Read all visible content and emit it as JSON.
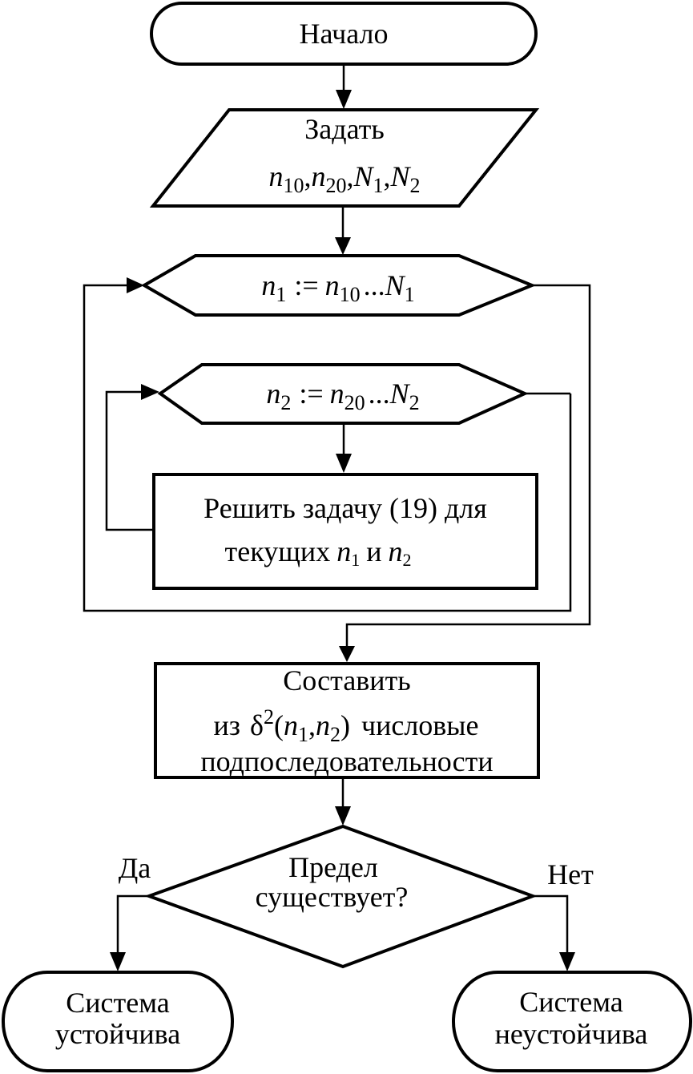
{
  "diagram": {
    "type": "flowchart",
    "nodes": {
      "start": {
        "kind": "terminator",
        "label": "Начало"
      },
      "input": {
        "kind": "input-output",
        "title": "Задать",
        "vars": [
          "n10",
          "n20",
          "N1",
          "N2"
        ]
      },
      "loop_outer": {
        "kind": "loop",
        "var": "n",
        "var_sub": "1",
        "assign": ":=",
        "from": "n",
        "from_sub": "10",
        "ellipsis": "...",
        "to": "N",
        "to_sub": "1"
      },
      "loop_inner": {
        "kind": "loop",
        "var": "n",
        "var_sub": "2",
        "assign": ":=",
        "from": "n",
        "from_sub": "20",
        "ellipsis": "...",
        "to": "N",
        "to_sub": "2"
      },
      "solve": {
        "kind": "process",
        "line1": "Решить задачу (19) для",
        "line2_prefix": "текущих",
        "line2_and": "и"
      },
      "compose": {
        "kind": "process",
        "line1": "Составить",
        "line2_prefix": "из",
        "delta": "δ",
        "delta_sup": "2",
        "line2_suffix": "числовые",
        "line3": "подпоследовательности"
      },
      "decision": {
        "kind": "decision",
        "line1": "Предел",
        "line2": "существует?"
      },
      "stable": {
        "kind": "terminator",
        "line1": "Система",
        "line2": "устойчива"
      },
      "unstable": {
        "kind": "terminator",
        "line1": "Система",
        "line2": "неустойчива"
      }
    },
    "edge_labels": {
      "yes": "Да",
      "no": "Нет"
    },
    "math": {
      "n": "n",
      "N": "N",
      "comma": ",",
      "one": "1",
      "two": "2",
      "ten": "10",
      "twenty": "20",
      "lparen": "(",
      "rparen": ")"
    }
  }
}
